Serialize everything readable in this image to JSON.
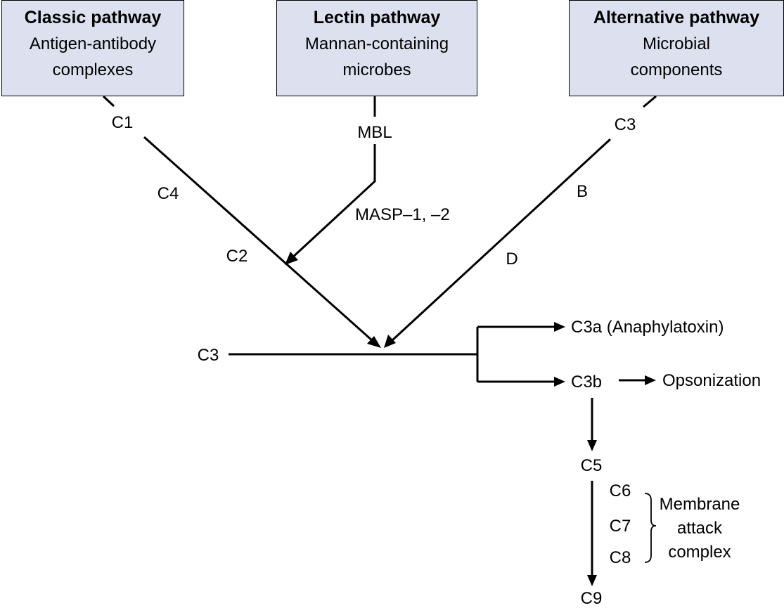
{
  "pathways": {
    "classic": {
      "title": "Classic pathway",
      "subtitle": "Antigen-antibody\ncomplexes"
    },
    "lectin": {
      "title": "Lectin pathway",
      "subtitle": "Mannan-containing\nmicrobes"
    },
    "alternative": {
      "title": "Alternative pathway",
      "subtitle": "Microbial\ncomponents"
    }
  },
  "labels": {
    "classic_c1": "C1",
    "classic_c4": "C4",
    "classic_c2": "C2",
    "lectin_mbl": "MBL",
    "lectin_masp": "MASP–1, –2",
    "alt_c3": "C3",
    "alt_b": "B",
    "alt_d": "D",
    "c3": "C3",
    "c3a": "C3a (Anaphylatoxin)",
    "c3b": "C3b",
    "opsonization": "Opsonization",
    "c5": "C5",
    "c6": "C6",
    "c7": "C7",
    "c8": "C8",
    "c9": "C9",
    "mac": "Membrane\nattack\ncomplex"
  },
  "colors": {
    "box_fill": "#dde1ef",
    "line": "#000000"
  }
}
